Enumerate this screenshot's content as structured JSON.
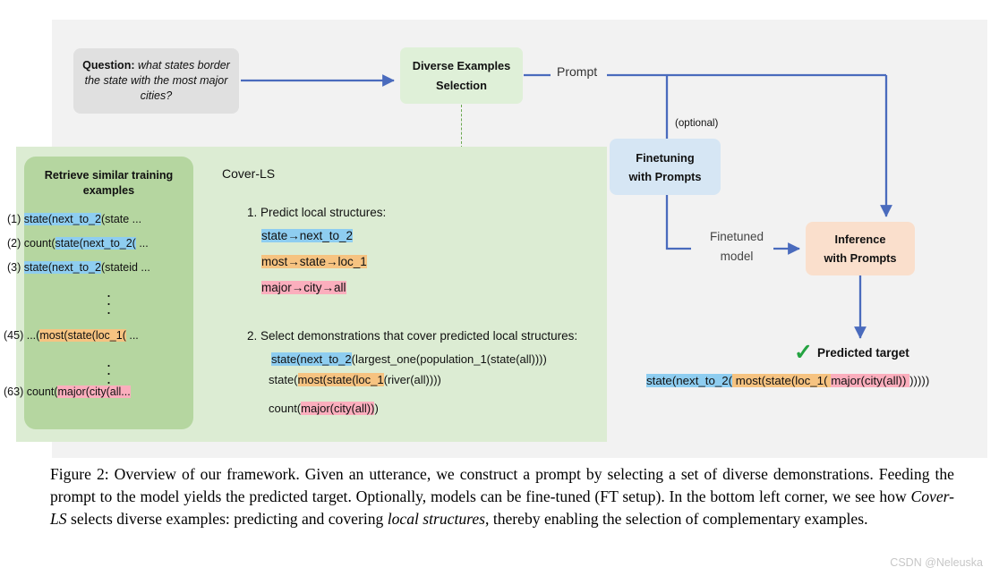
{
  "figure": {
    "question_box": {
      "label": "Question:",
      "text": "what states border the state with the most major cities?"
    },
    "diverse_examples": {
      "line1": "Diverse Examples",
      "line2": "Selection"
    },
    "prompt_label": "Prompt",
    "optional_label": "(optional)",
    "finetuning": {
      "line1": "Finetuning",
      "line2": "with Prompts"
    },
    "finetuned_model_label": "Finetuned model",
    "inference": {
      "line1": "Inference",
      "line2": "with Prompts"
    },
    "predicted_target": {
      "check": "✓",
      "label": "Predicted target",
      "parts": [
        {
          "text": "state(next_to_2(",
          "color": "blue"
        },
        {
          "text": " most(state(loc_1( ",
          "color": "orange"
        },
        {
          "text": "major(city(all)) ",
          "color": "pink"
        },
        {
          "text": ")))))",
          "color": "none"
        }
      ]
    },
    "retrieve_panel": {
      "title_line1": "Retrieve similar training",
      "title_line2": "examples",
      "examples": [
        {
          "index": "(1)",
          "prefix": "",
          "hl": "state(next_to_2",
          "hl_color": "blue",
          "suffix": "(state ..."
        },
        {
          "index": "(2)",
          "prefix": "count(",
          "hl": "state(next_to_2(",
          "hl_color": "blue",
          "suffix": " ..."
        },
        {
          "index": "(3)",
          "prefix": "",
          "hl": "state(next_to_2",
          "hl_color": "blue",
          "suffix": "(stateid ..."
        },
        {
          "index": "(45)",
          "prefix": "...(",
          "hl": "most(state(loc_1(",
          "hl_color": "orange",
          "suffix": " ..."
        },
        {
          "index": "(63)",
          "prefix": "count(",
          "hl": "major(city(all...",
          "hl_color": "pink",
          "suffix": ""
        }
      ]
    },
    "coverls": {
      "title": "Cover-LS",
      "step1_heading": "1. Predict local structures:",
      "local_structures": [
        {
          "text": "state→next_to_2",
          "color": "blue"
        },
        {
          "text": "most→state→loc_1",
          "color": "orange"
        },
        {
          "text": "major→city→all",
          "color": "pink"
        }
      ],
      "step2_heading": "2. Select demonstrations that cover predicted local structures:",
      "demonstrations": [
        {
          "prefix": "",
          "hl": "state(next_to_2",
          "hl_color": "blue",
          "suffix": "(largest_one(population_1(state(all))))"
        },
        {
          "prefix": "state(",
          "hl": "most(state(loc_1",
          "hl_color": "orange",
          "suffix": "(river(all))))"
        },
        {
          "prefix": "count(",
          "hl": "major(city(all))",
          "hl_color": "pink",
          "suffix": ")"
        }
      ]
    },
    "colors": {
      "blue_highlight": "#8ecdf0",
      "orange_highlight": "#f6c381",
      "pink_highlight": "#fbaebd",
      "arrow_blue": "#4a6bbd",
      "panel_green": "#dcecd3",
      "retrieve_green": "#b5d6a0",
      "box_green": "#dff0d8",
      "box_blue": "#d6e6f4",
      "box_orange": "#fadfcc",
      "gray_bg": "#f2f2f2",
      "question_gray": "#e0e0e0",
      "check_green": "#24a341"
    }
  },
  "caption": {
    "part1": "Figure 2: Overview of our framework.  Given an utterance, we construct a prompt by selecting a set of diverse demonstrations. Feeding the prompt to the model yields the predicted target. Optionally, models can be fine-tuned (FT setup). In the bottom left corner, we see how ",
    "em1": "Cover-LS",
    "part2": " selects diverse examples: predicting and covering ",
    "em2": "local structures",
    "part3": ", thereby enabling the selection of complementary examples."
  },
  "watermark": "CSDN @Neleuska"
}
